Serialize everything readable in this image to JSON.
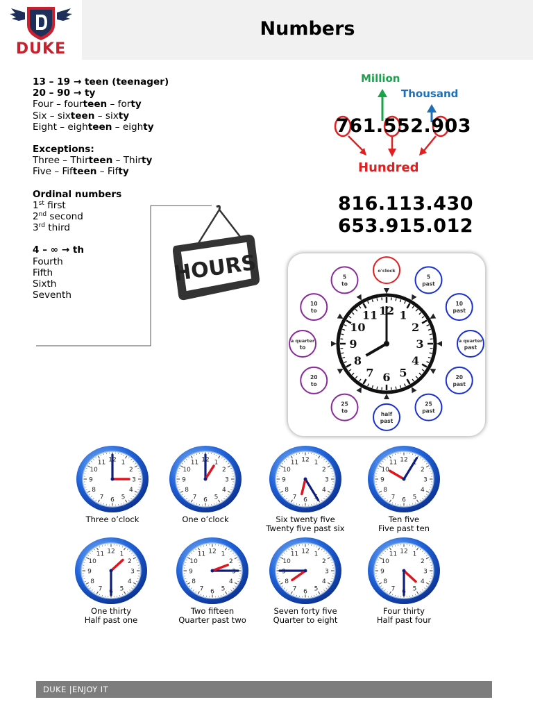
{
  "header": {
    "logo_text": "DUKE",
    "title": "Numbers"
  },
  "teens_rules": {
    "line1": "13 – 19 → teen (teenager)",
    "line2": "20 – 90 → ty",
    "examples": [
      {
        "base": "Four – four",
        "teen": "teen",
        "mid": " – for",
        "ty": "ty"
      },
      {
        "base": "Six – six",
        "teen": "teen",
        "mid": " – six",
        "ty": "ty"
      },
      {
        "base": "Eight – eigh",
        "teen": "teen",
        "mid": " – eigh",
        "ty": "ty"
      }
    ]
  },
  "exceptions": {
    "heading": "Exceptions:",
    "items": [
      {
        "base": "Three – Thir",
        "teen": "teen",
        "mid": " – Thir",
        "ty": "ty"
      },
      {
        "base": "Five – Fif",
        "teen": "teen",
        "mid": " – Fif",
        "ty": "ty"
      }
    ]
  },
  "ordinals": {
    "heading": "Ordinal numbers",
    "items": [
      {
        "num": "1",
        "sup": "st",
        "word": " first"
      },
      {
        "num": "2",
        "sup": "nd",
        "word": " second"
      },
      {
        "num": "3",
        "sup": "rd",
        "word": " third"
      }
    ],
    "th_rule": "4 – ∞ → th",
    "th_words": [
      "Fourth",
      "Fifth",
      "Sixth",
      "Seventh"
    ]
  },
  "hours_sign": "HOURS",
  "number_breakdown": {
    "number": "761.552.903",
    "million_label": "Million",
    "thousand_label": "Thousand",
    "hundred_label": "Hundred",
    "examples": [
      "816.113.430",
      "653.915.012"
    ]
  },
  "big_clock": {
    "numerals": [
      "12",
      "1",
      "2",
      "3",
      "4",
      "5",
      "6",
      "7",
      "8",
      "9",
      "10",
      "11"
    ],
    "bubbles": [
      {
        "text1": "o'clock",
        "text2": "",
        "color": "#e02020"
      },
      {
        "text1": "5",
        "text2": "past",
        "color": "#1a2fcf"
      },
      {
        "text1": "10",
        "text2": "past",
        "color": "#1a2fcf"
      },
      {
        "text1": "a quarter",
        "text2": "past",
        "color": "#1a2fcf"
      },
      {
        "text1": "20",
        "text2": "past",
        "color": "#1a2fcf"
      },
      {
        "text1": "25",
        "text2": "past",
        "color": "#1a2fcf"
      },
      {
        "text1": "half",
        "text2": "past",
        "color": "#1a2fcf"
      },
      {
        "text1": "25",
        "text2": "to",
        "color": "#8a2a9a"
      },
      {
        "text1": "20",
        "text2": "to",
        "color": "#8a2a9a"
      },
      {
        "text1": "a quarter",
        "text2": "to",
        "color": "#8a2a9a"
      },
      {
        "text1": "10",
        "text2": "to",
        "color": "#8a2a9a"
      },
      {
        "text1": "5",
        "text2": "to",
        "color": "#8a2a9a"
      }
    ],
    "time": {
      "hour": 8,
      "minute": 0
    }
  },
  "small_clocks": [
    {
      "hour": 3,
      "minute": 0,
      "caption1": "Three o’clock",
      "caption2": ""
    },
    {
      "hour": 1,
      "minute": 0,
      "caption1": "One o’clock",
      "caption2": ""
    },
    {
      "hour": 6,
      "minute": 25,
      "caption1": "Six twenty five",
      "caption2": "Twenty five past six"
    },
    {
      "hour": 10,
      "minute": 5,
      "caption1": "Ten five",
      "caption2": "Five past ten"
    },
    {
      "hour": 1,
      "minute": 30,
      "caption1": "One thirty",
      "caption2": "Half past one"
    },
    {
      "hour": 2,
      "minute": 15,
      "caption1": "Two fifteen",
      "caption2": "Quarter past two"
    },
    {
      "hour": 7,
      "minute": 45,
      "caption1": "Seven forty five",
      "caption2": "Quarter to eight"
    },
    {
      "hour": 4,
      "minute": 30,
      "caption1": "Four thirty",
      "caption2": "Half past four"
    }
  ],
  "footer": {
    "text": "DUKE |ENJOY IT"
  },
  "colors": {
    "brand_red": "#c8202c",
    "million_green": "#1aa34a",
    "thousand_blue": "#1f6fb8",
    "hundred_red": "#e02020"
  }
}
